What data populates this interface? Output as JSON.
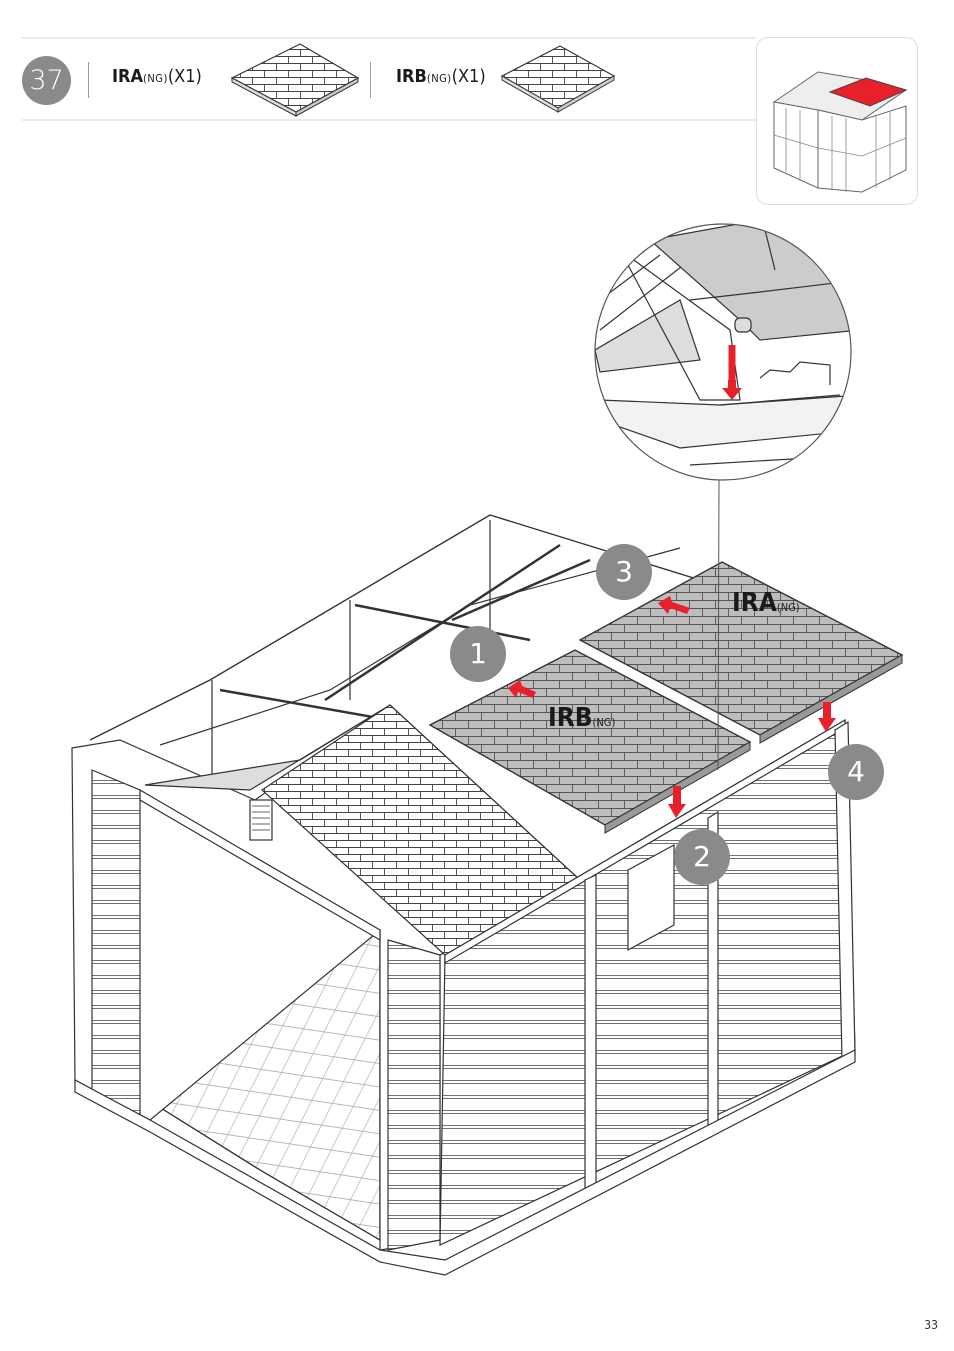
{
  "header": {
    "step_number": "37",
    "parts": [
      {
        "code": "IRA",
        "variant": "(NG)",
        "qty": "(X1)"
      },
      {
        "code": "IRB",
        "variant": "(NG)",
        "qty": "(X1)"
      }
    ]
  },
  "callouts": {
    "ira_code": "IRA",
    "ira_variant": "(NG)",
    "irb_code": "IRB",
    "irb_variant": "(NG)"
  },
  "sequence": [
    "1",
    "2",
    "3",
    "4"
  ],
  "colors": {
    "highlight": "#e8202a",
    "badge": "#8a8a8a",
    "panel": "#b9b9b9"
  },
  "page_number": "33"
}
